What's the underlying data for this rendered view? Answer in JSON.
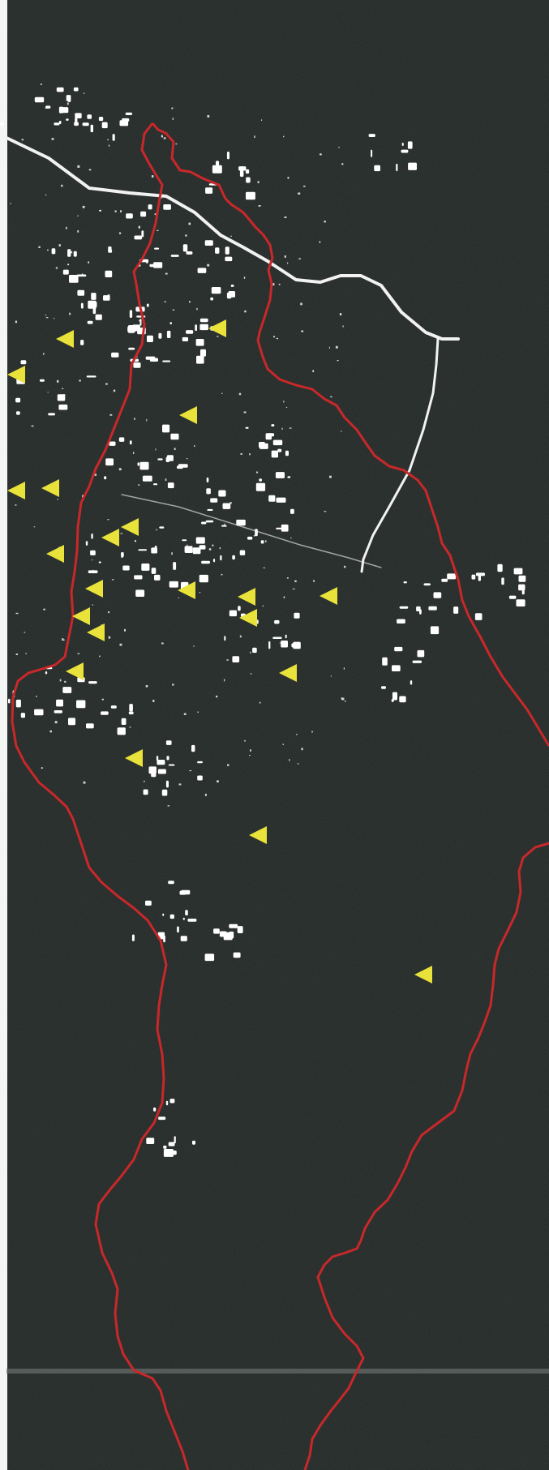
{
  "map": {
    "colors": {
      "background": "#222826",
      "border": "#ffffff",
      "boundary": "#c8282a",
      "markers": "#e8e23a",
      "roads": "#f2f2f2",
      "patches": "#ffffff",
      "scan_band": "#6a6e6c"
    },
    "layers": {
      "boundary_lines": 2,
      "road_lines": 3,
      "marker_count": 21,
      "marker_shape": "triangle-left"
    }
  }
}
